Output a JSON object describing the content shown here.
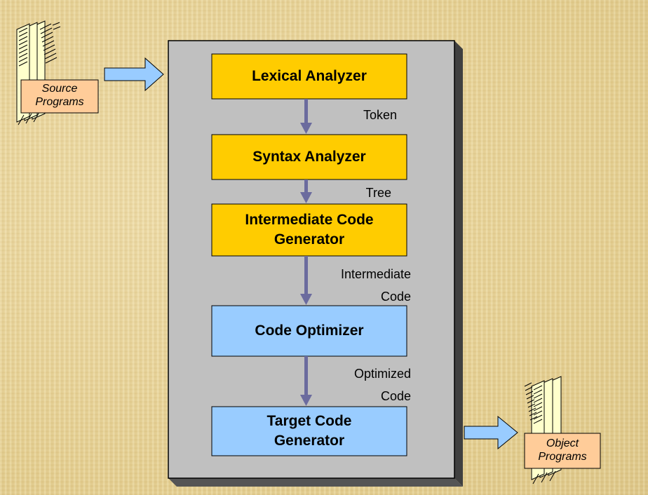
{
  "stages": [
    {
      "label": "Lexical Analyzer",
      "color": "#ffcc00"
    },
    {
      "label": "Syntax Analyzer",
      "color": "#ffcc00"
    },
    {
      "label": "Intermediate Code Generator",
      "color": "#ffcc00"
    },
    {
      "label": "Code Optimizer",
      "color": "#99ccff"
    },
    {
      "label": "Target Code Generator",
      "color": "#99ccff"
    }
  ],
  "edges": [
    {
      "label": "Token"
    },
    {
      "label": "Tree"
    },
    {
      "label": "Intermediate Code"
    },
    {
      "label": "Optimized Code"
    }
  ],
  "input": {
    "label": "Source Programs"
  },
  "output": {
    "label": "Object Programs"
  },
  "colors": {
    "panel": "#c0c0c0",
    "edge_arrow": "#6b6b9e",
    "io_arrow": "#99ccff",
    "document": "#ffffcc",
    "doc_label_bg": "#ffcc99"
  }
}
